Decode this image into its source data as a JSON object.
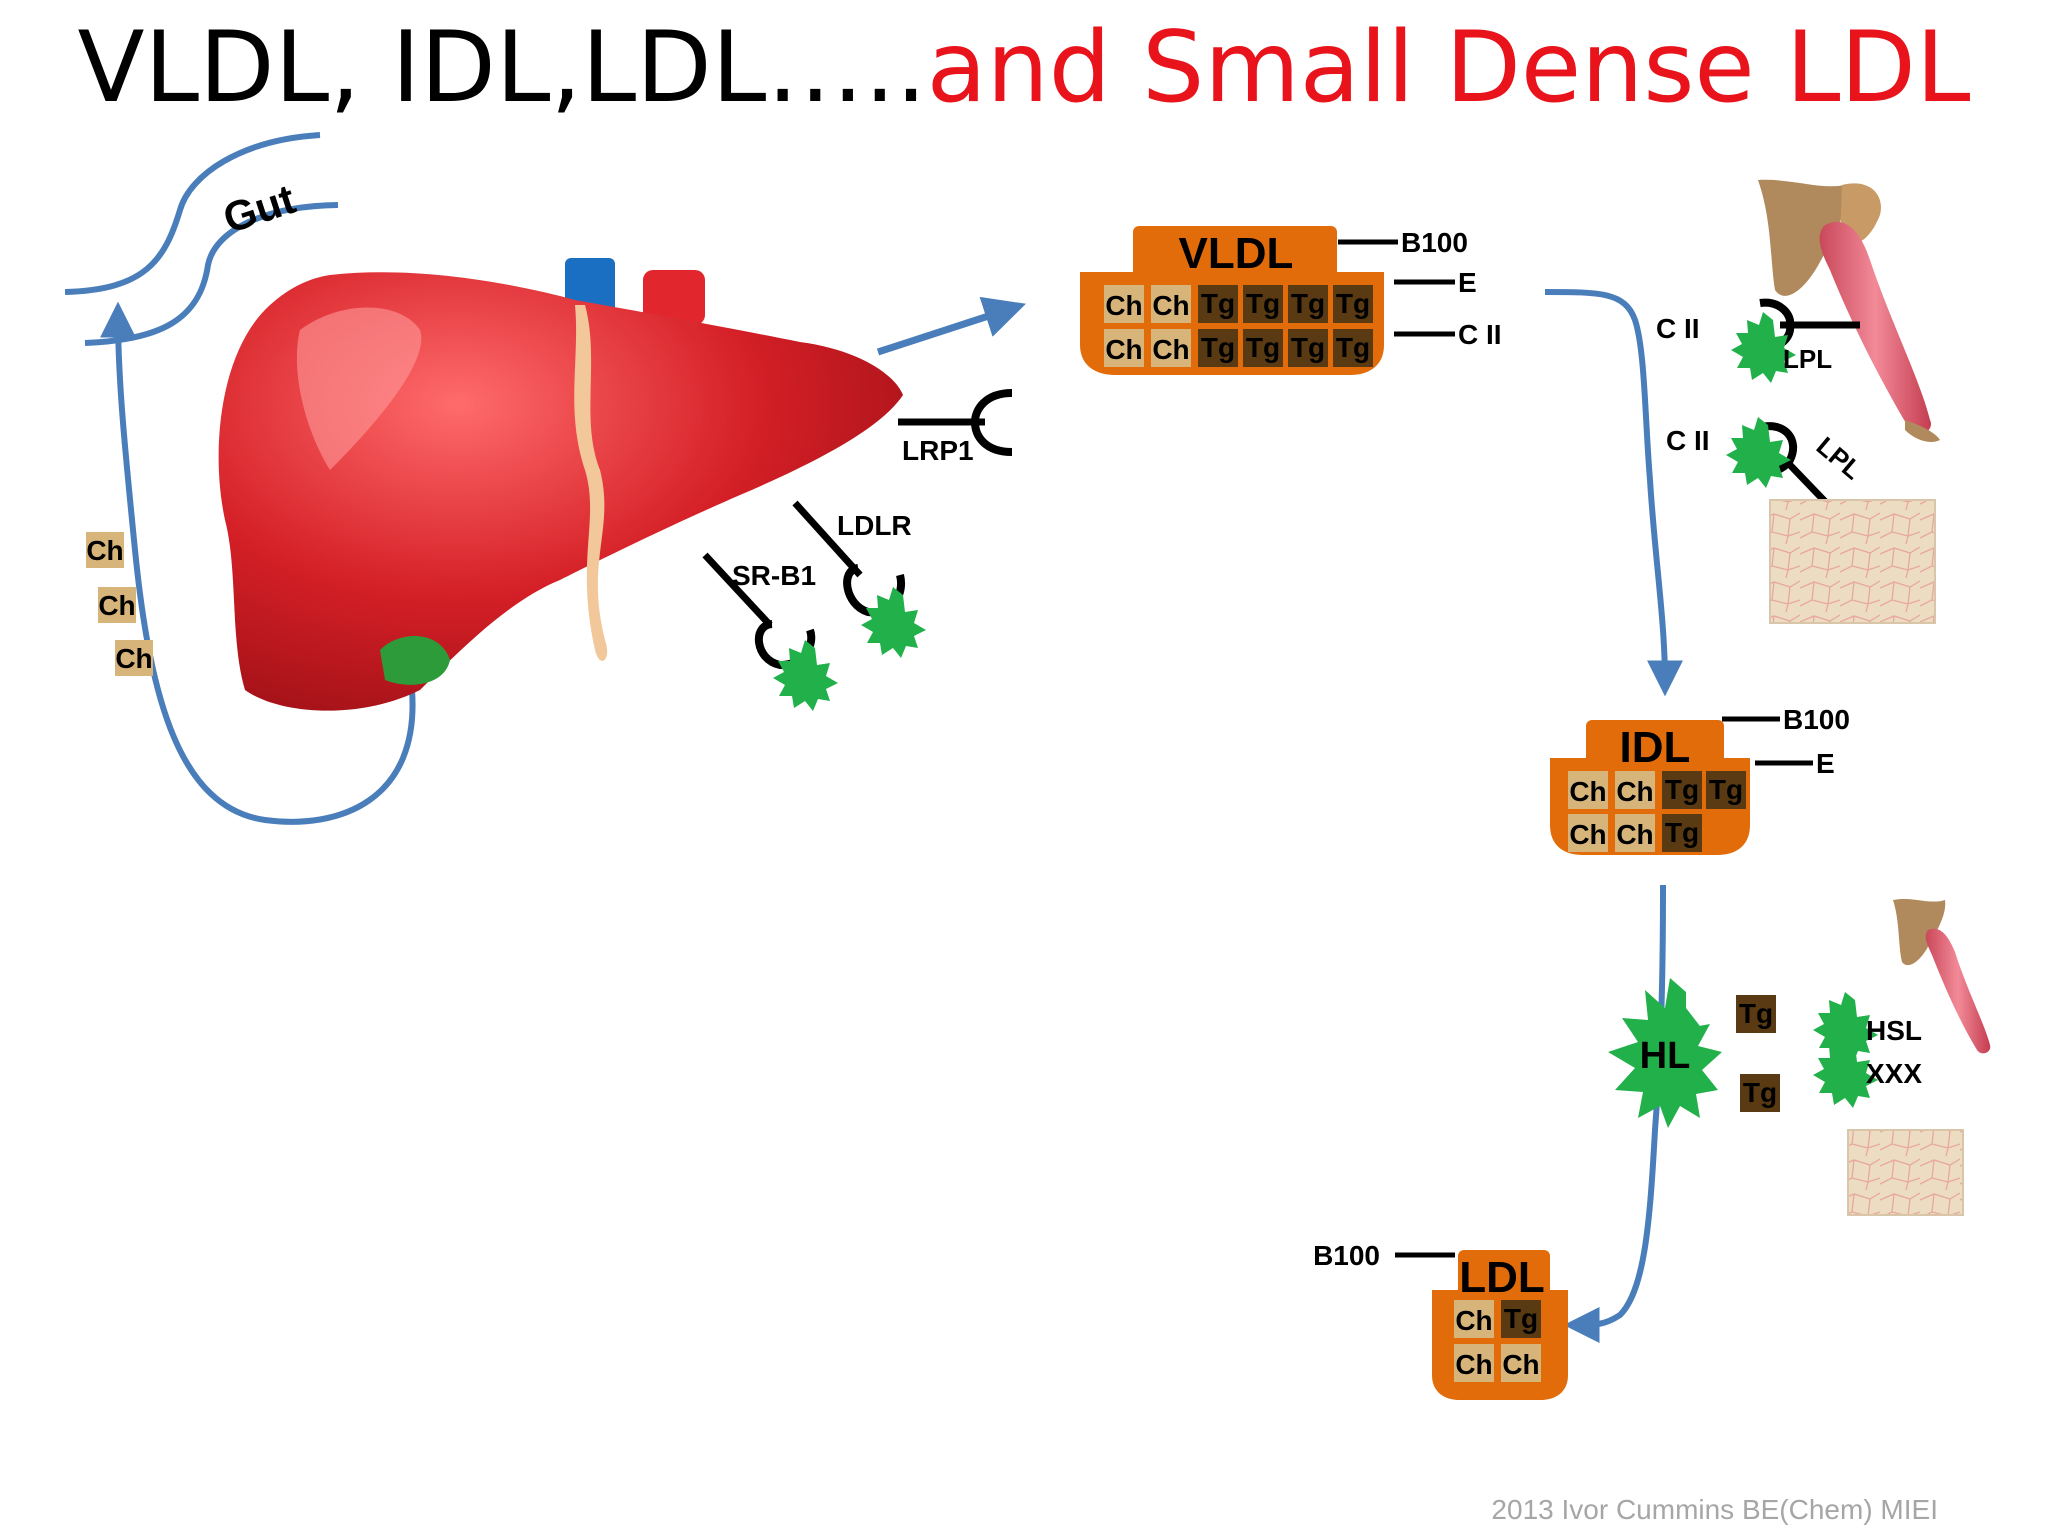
{
  "title": {
    "part1": "VLDL, IDL,LDL…..",
    "part2": "and Small Dense LDL"
  },
  "gut_label": "Gut",
  "circulating_chol": [
    "Ch",
    "Ch",
    "Ch"
  ],
  "liver_receptors": {
    "lrp1": "LRP1",
    "ldlr": "LDLR",
    "srb1": "SR-B1"
  },
  "vldl": {
    "name": "VLDL",
    "row1": [
      "Ch",
      "Ch",
      "Tg",
      "Tg",
      "Tg",
      "Tg"
    ],
    "row2": [
      "Ch",
      "Ch",
      "Tg",
      "Tg",
      "Tg",
      "Tg"
    ],
    "apos": [
      "B100",
      "E",
      "C II"
    ]
  },
  "idl": {
    "name": "IDL",
    "row1": [
      "Ch",
      "Ch",
      "Tg",
      "Tg"
    ],
    "row2": [
      "Ch",
      "Ch",
      "Tg"
    ],
    "apos": [
      "B100",
      "E"
    ]
  },
  "ldl": {
    "name": "LDL",
    "row1": [
      "Ch",
      "Tg"
    ],
    "row2": [
      "Ch",
      "Ch"
    ],
    "apo": "B100"
  },
  "muscle_lpl": {
    "cofactor": "C II",
    "enzyme": "LPL"
  },
  "adipose_lpl": {
    "cofactor": "C II",
    "enzyme": "LPL"
  },
  "hl_label": "HL",
  "released_tg": [
    "Tg",
    "Tg"
  ],
  "lipases": [
    "HSL",
    "XXX"
  ],
  "footer": "2013 Ivor Cummins BE(Chem) MIEI",
  "colors": {
    "title_accent": "#e8131b",
    "particle": "#e36c0a",
    "cholesterol": "#d7b47a",
    "triglyceride": "#5a3a12",
    "arrow": "#4a7ebb",
    "enzyme": "#22b04a",
    "liver": "#d41f26"
  }
}
